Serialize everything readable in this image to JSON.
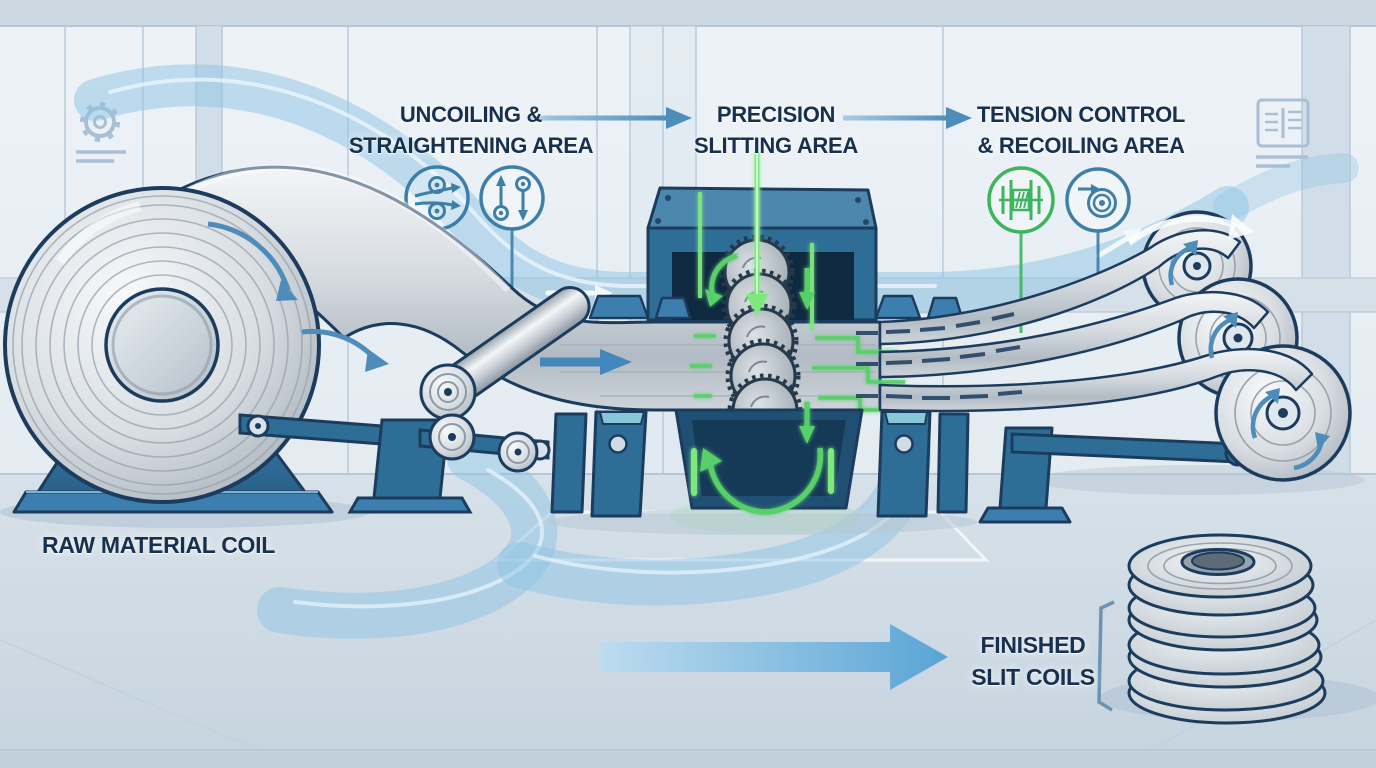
{
  "stages": [
    {
      "line1": "UNCOILING &",
      "line2": "STRAIGHTENING AREA"
    },
    {
      "line1": "PRECISION",
      "line2": "SLITTING AREA"
    },
    {
      "line1": "TENSION CONTROL",
      "line2": "& RECOILING AREA"
    }
  ],
  "labels": {
    "raw_material_coil": "RAW MATERIAL COIL",
    "finished_line1": "FINISHED",
    "finished_line2": "SLIT COILS"
  },
  "icons": [
    {
      "name": "straightening-rollers-icon",
      "style": "blue outlined circle, two rollers with pass-through arrows"
    },
    {
      "name": "roller-gap-adjust-icon",
      "style": "blue outlined circle, up and down arrows with roller dots"
    },
    {
      "name": "tension-control-icon",
      "style": "green outlined circle, posts with hatched tension block"
    },
    {
      "name": "recoiler-icon",
      "style": "blue outlined circle, coil spiral with entry arrow"
    },
    {
      "name": "gear-icon",
      "style": "faint wall poster gear"
    },
    {
      "name": "schematic-icon",
      "style": "faint wall poster framed schematic"
    }
  ],
  "colors": {
    "machine_blue": "#2e6d96",
    "machine_blue_light": "#4c87ae",
    "outline_navy": "#1c3c5e",
    "metal_light": "#eef1f4",
    "metal_shadow": "#9aa4ad",
    "accent_green": "#3cb55e",
    "glow_green": "#7ee87f",
    "flow_blue": "#4e8cba",
    "swoosh_blue": "#8ec4e4",
    "big_arrow_blue": "#58a6d9",
    "wall": "#e9eff5",
    "floor": "#cdd9e3",
    "text_navy": "#16304d"
  }
}
